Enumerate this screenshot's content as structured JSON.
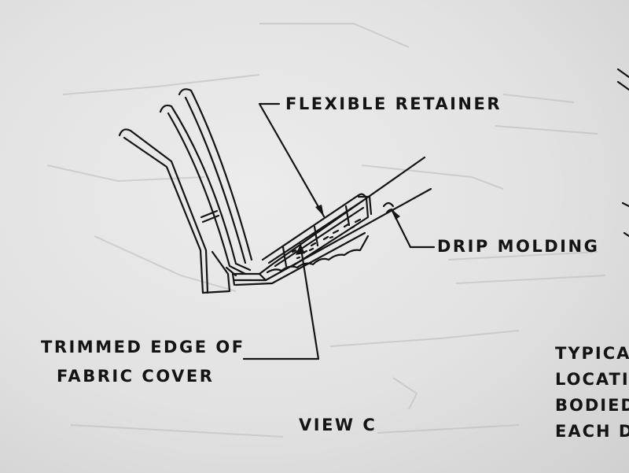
{
  "figure": {
    "labels": {
      "flexible_retainer": "FLEXIBLE RETAINER",
      "drip_molding": "DRIP MOLDING",
      "trimmed_edge_line1": "TRIMMED EDGE OF",
      "trimmed_edge_line2": "FABRIC COVER",
      "view_caption": "VIEW C"
    },
    "side_note_lines": [
      "TYPICAL",
      "LOCATI",
      "BODIED",
      "EACH D"
    ]
  },
  "colors": {
    "paper": "#e6e6e6",
    "ink": "#141414"
  }
}
